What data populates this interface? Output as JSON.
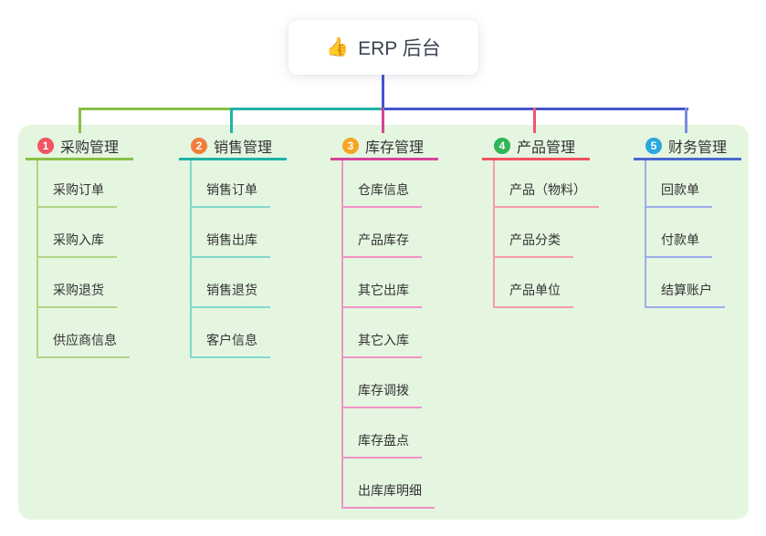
{
  "root": {
    "icon_char": "👍",
    "label": "ERP 后台"
  },
  "colors": {
    "canvas_bg": "#ffffff",
    "panel_bg": "#e4f6e0",
    "trunk_vertical": "#4355cc",
    "trunk_left": "#8abf44",
    "trunk_mid": "#20b2a6",
    "trunk_right": "#4355cc",
    "text_dark": "#333333",
    "root_text": "#3b4455"
  },
  "branches": [
    {
      "index": "1",
      "label": "采购管理",
      "colors": {
        "badge": "#f25562",
        "line": "#8abf44",
        "child_line": "#aed584",
        "drop": "#8abf44"
      },
      "children": [
        "采购订单",
        "采购入库",
        "采购退货",
        "供应商信息"
      ]
    },
    {
      "index": "2",
      "label": "销售管理",
      "colors": {
        "badge": "#ef7e3d",
        "line": "#20b2a6",
        "child_line": "#82d8cf",
        "drop": "#20b2a6"
      },
      "children": [
        "销售订单",
        "销售出库",
        "销售退货",
        "客户信息"
      ]
    },
    {
      "index": "3",
      "label": "库存管理",
      "colors": {
        "badge": "#f6a623",
        "line": "#d64398",
        "child_line": "#f291c8",
        "drop": "#d64398"
      },
      "children": [
        "仓库信息",
        "产品库存",
        "其它出库",
        "其它入库",
        "库存调拨",
        "库存盘点",
        "出库库明细"
      ]
    },
    {
      "index": "4",
      "label": "产品管理",
      "colors": {
        "badge": "#2fb457",
        "line": "#f4525f",
        "child_line": "#f79ba3",
        "drop": "#f4556d"
      },
      "children": [
        "产品（物料）",
        "产品分类",
        "产品单位"
      ]
    },
    {
      "index": "5",
      "label": "财务管理",
      "colors": {
        "badge": "#29a8e0",
        "line": "#4a68cf",
        "child_line": "#9badea",
        "drop": "#7b8cdb"
      },
      "children": [
        "回款单",
        "付款单",
        "结算账户"
      ]
    }
  ]
}
